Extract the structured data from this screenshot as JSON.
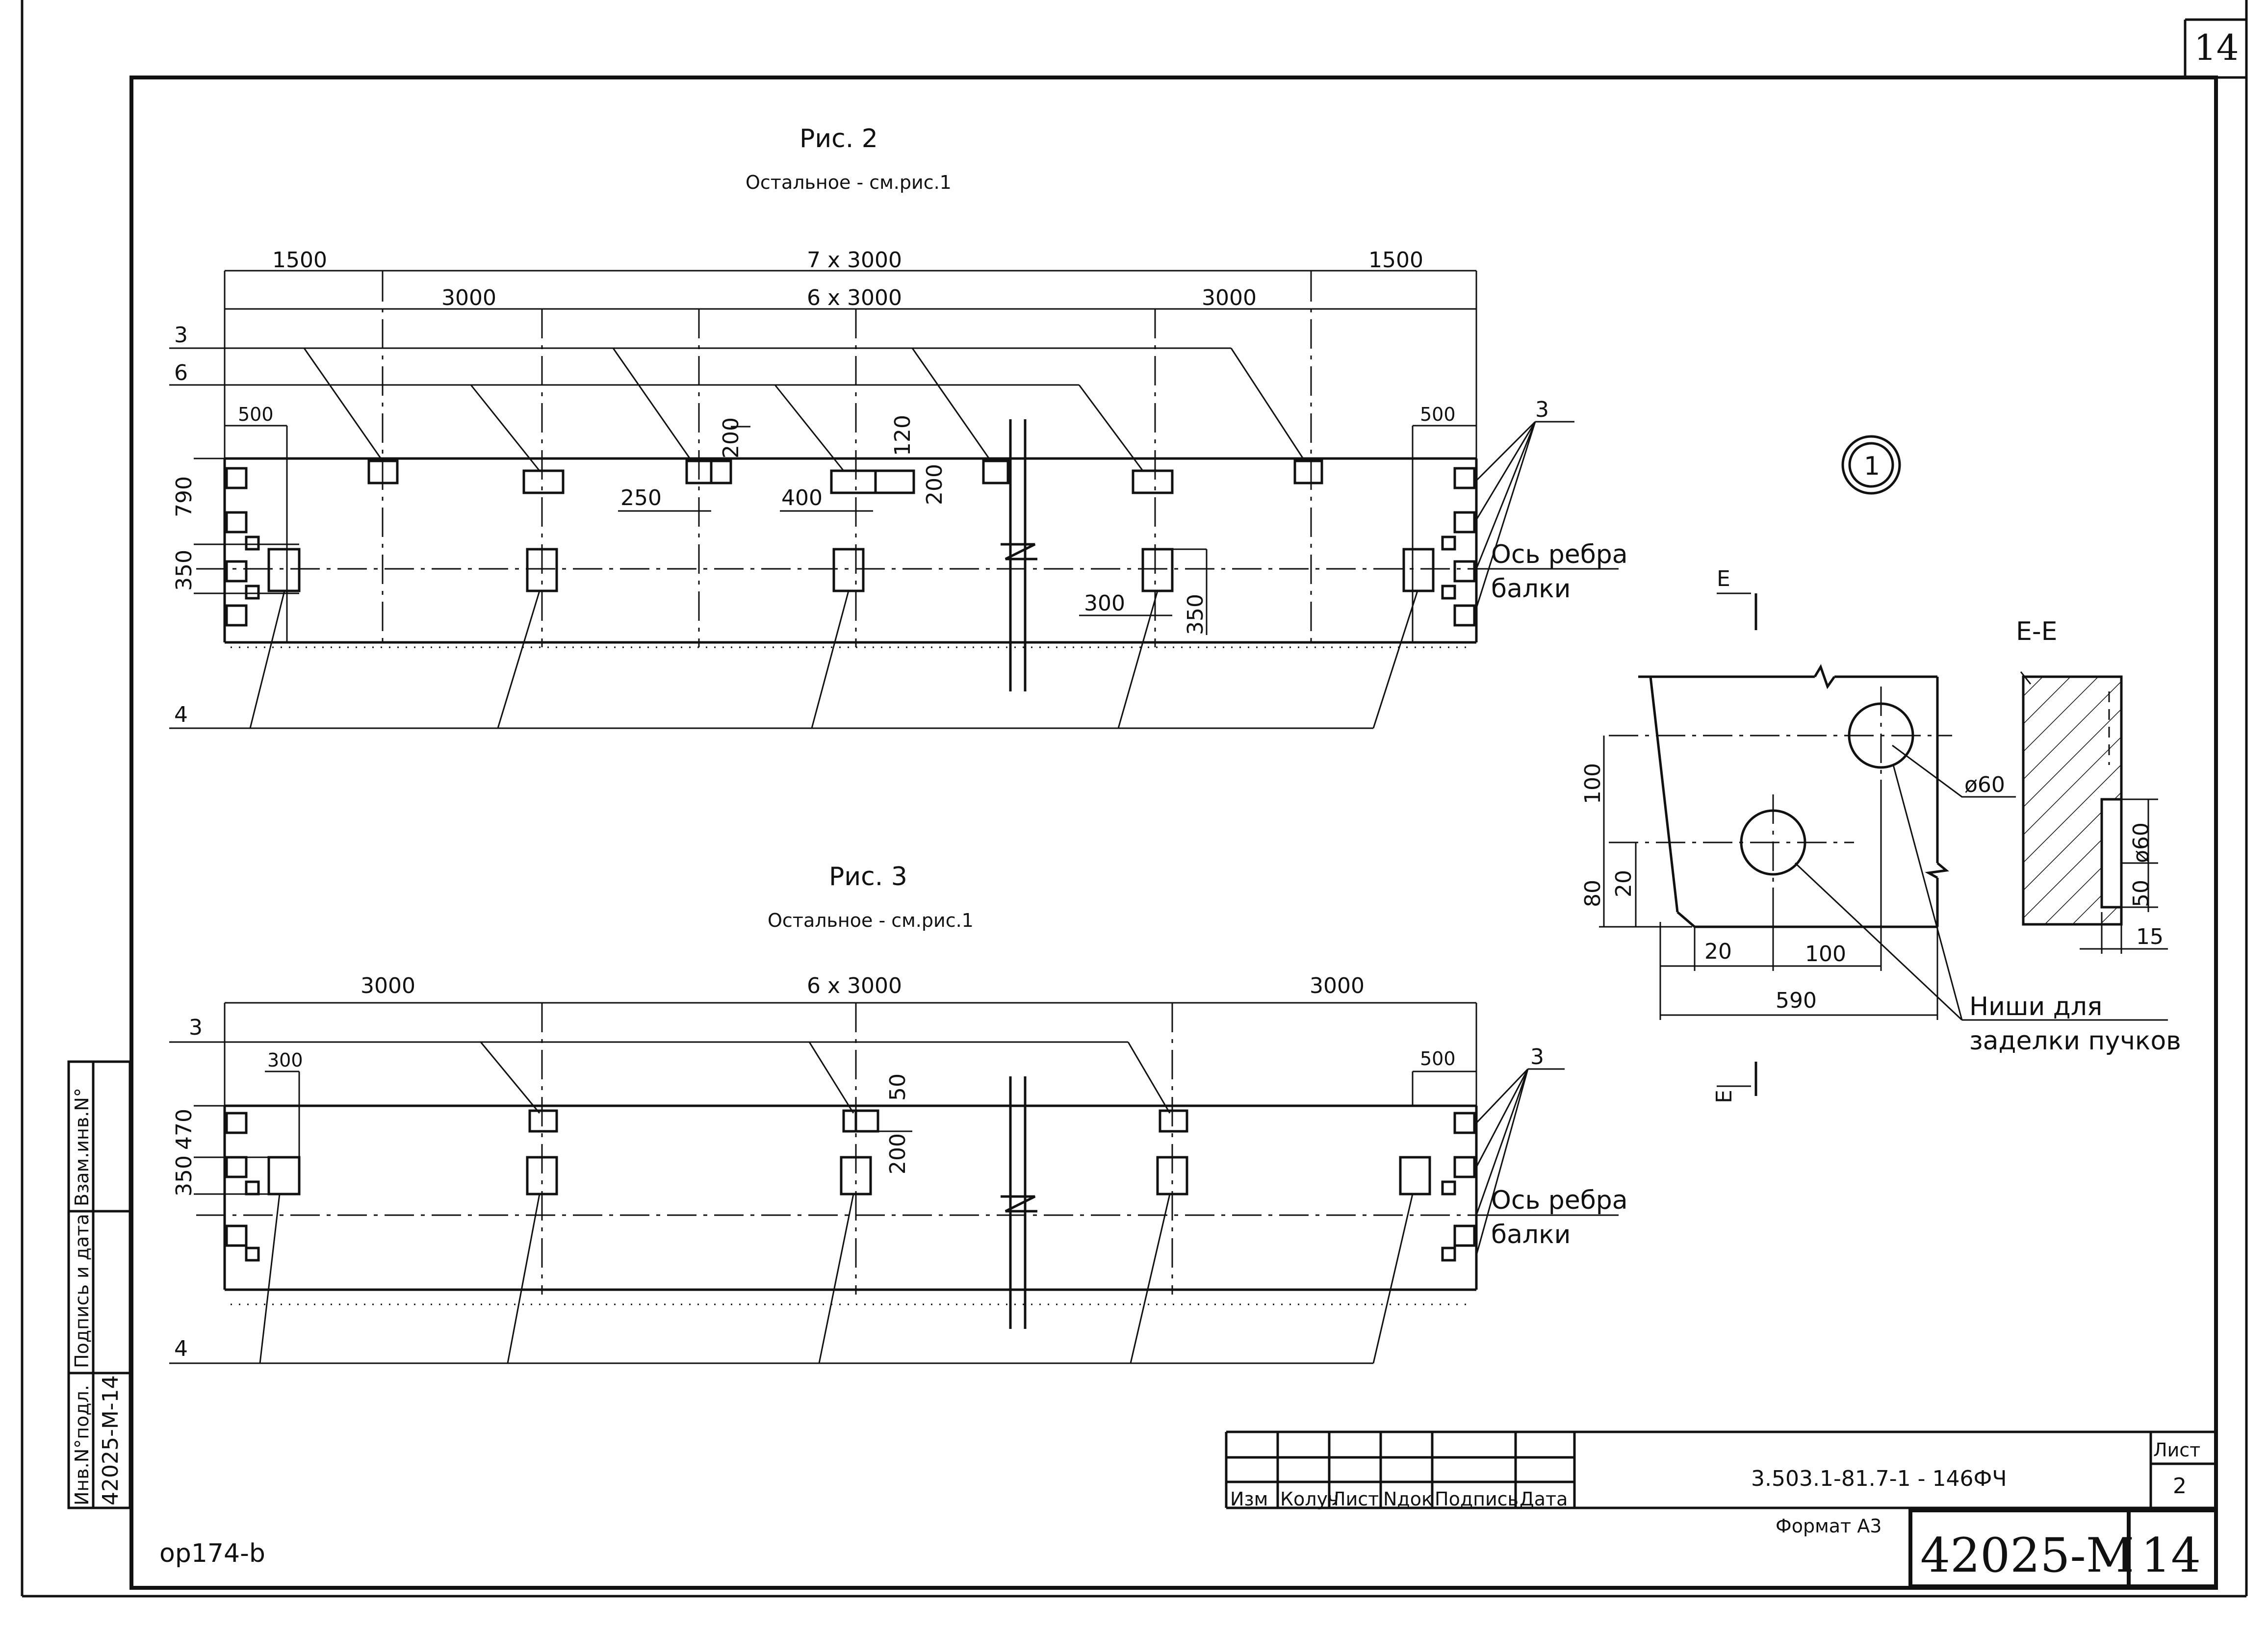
{
  "sheet_number_top": "14",
  "fig2": {
    "title": "Рис. 2",
    "note": "Остальное - см.рис.1",
    "dim_row1": [
      "1500",
      "7 x 3000",
      "1500"
    ],
    "dim_row2": [
      "3000",
      "6 x 3000",
      "3000"
    ],
    "pos_labels": [
      "3",
      "6",
      "4",
      "3"
    ],
    "dims": [
      "500",
      "500",
      "200",
      "120",
      "200",
      "250",
      "400",
      "790",
      "350",
      "300",
      "350"
    ],
    "axis_note": [
      "Ось ребра",
      "балки"
    ]
  },
  "fig3": {
    "title": "Рис. 3",
    "note": "Остальное - см.рис.1",
    "dim_row": [
      "3000",
      "6 x 3000",
      "3000"
    ],
    "pos_labels": [
      "3",
      "4",
      "3"
    ],
    "dims": [
      "300",
      "500",
      "50",
      "200",
      "470",
      "350"
    ],
    "axis_note": [
      "Ось ребра",
      "балки"
    ]
  },
  "detail": {
    "callout": "1",
    "section_mark": "Е",
    "section_title": "Е-Е",
    "dims": [
      "100",
      "80",
      "20",
      "20",
      "100",
      "590",
      "ø60",
      "ø60",
      "50",
      "15"
    ],
    "note": [
      "Ниши для",
      "заделки пучков"
    ]
  },
  "side_stamp": {
    "cells": [
      "Инв.N°подл.",
      "Подпись и дата",
      "Взам.инв.N°"
    ],
    "inv_number": "42025-М-14"
  },
  "title_block": {
    "headers": [
      "Изм",
      "Колуч",
      "Лист",
      "Nдок",
      "Подпись",
      "Дата"
    ],
    "designation": "3.503.1-81.7-1 - 146ФЧ",
    "sheet_label": "Лист",
    "sheet_value": "2",
    "format": "Формат А3",
    "archive": "42025-М",
    "archive_sheet": "14"
  },
  "footer_code": "ор174-b"
}
